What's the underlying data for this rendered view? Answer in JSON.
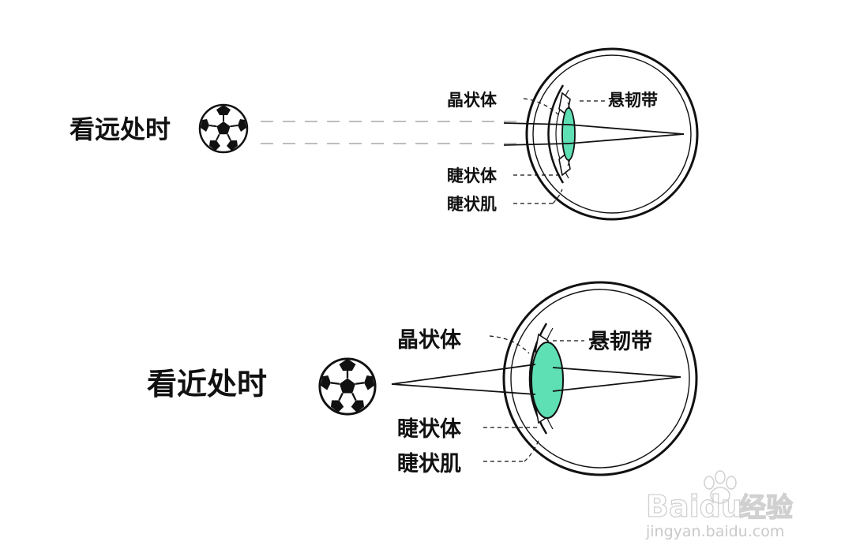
{
  "diagrams": [
    {
      "title": "看远处时",
      "labels": {
        "lens": "晶状体",
        "zonule": "悬韧带",
        "ciliary_body": "睫状体",
        "ciliary_muscle": "睫状肌"
      }
    },
    {
      "title": "看近处时",
      "labels": {
        "lens": "晶状体",
        "zonule": "悬韧带",
        "ciliary_body": "睫状体",
        "ciliary_muscle": "睫状肌"
      }
    }
  ],
  "colors": {
    "lens": "#5fe0b4",
    "ink": "#111111",
    "ray_far": "#bdbdbd",
    "watermark": "#d0d0d0"
  },
  "watermark": {
    "brand": "Baidu",
    "suffix": "经验",
    "url": "jingyan.baidu.com"
  },
  "icons": [
    "soccer-ball-icon",
    "eye-cross-section",
    "baidu-paw-logo"
  ]
}
